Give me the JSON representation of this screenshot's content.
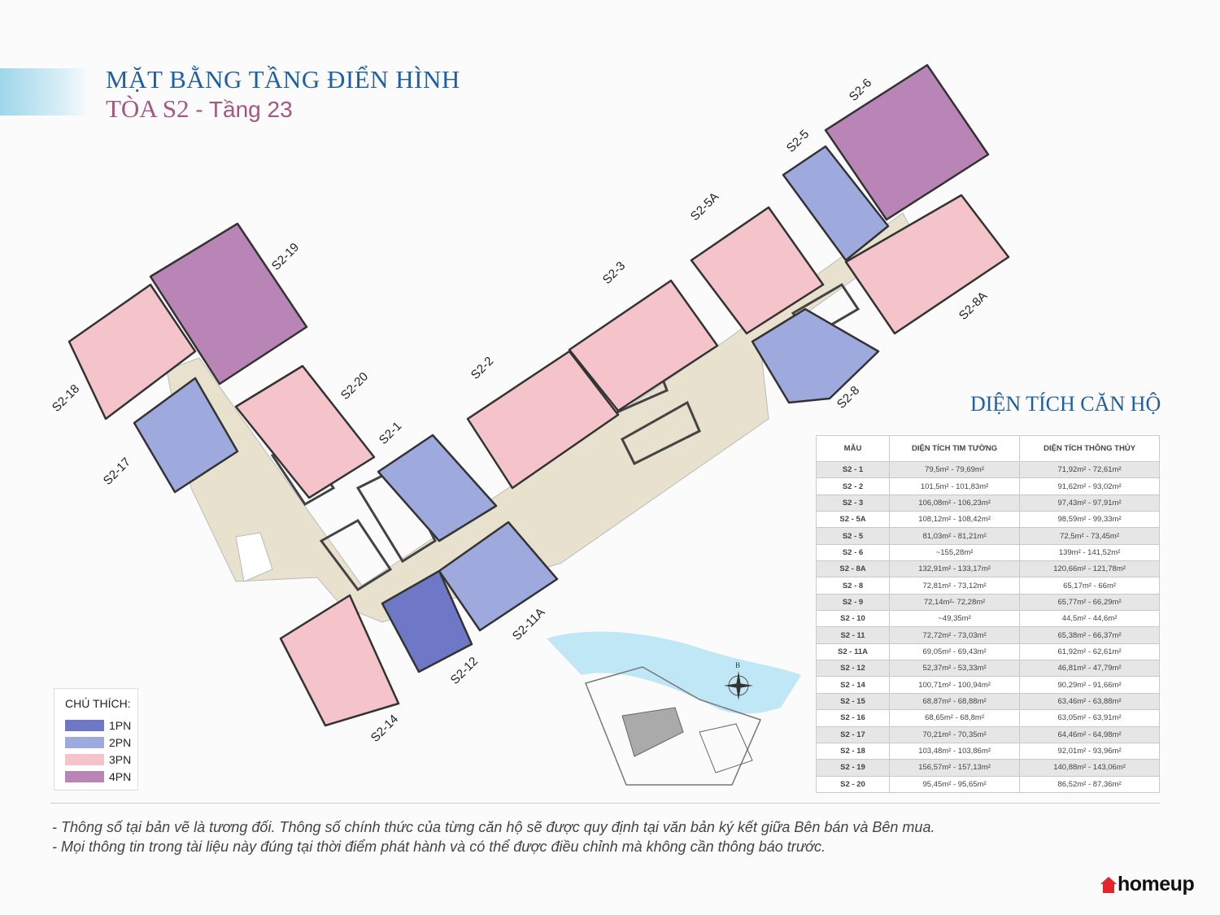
{
  "header": {
    "title": "MẶT BẰNG TẦNG ĐIỂN HÌNH",
    "subtitle_building": "TÒA S2",
    "subtitle_sep": " - ",
    "subtitle_floor": "Tầng 23"
  },
  "colors": {
    "1PN": "#6f78c6",
    "2PN": "#9eaade",
    "3PN": "#f4c4ca",
    "4PN": "#b985b6",
    "corridor": "#e7e1cd",
    "title": "#1f5fa3",
    "subtitle": "#a4577f"
  },
  "units": [
    {
      "label": "S2-6",
      "type": "4PN"
    },
    {
      "label": "S2-5",
      "type": "2PN"
    },
    {
      "label": "S2-5A",
      "type": "3PN"
    },
    {
      "label": "S2-3",
      "type": "3PN"
    },
    {
      "label": "S2-2",
      "type": "3PN"
    },
    {
      "label": "S2-1",
      "type": "2PN"
    },
    {
      "label": "S2-20",
      "type": "3PN"
    },
    {
      "label": "S2-19",
      "type": "4PN"
    },
    {
      "label": "S2-18",
      "type": "3PN"
    },
    {
      "label": "S2-17",
      "type": "2PN"
    },
    {
      "label": "S2-14",
      "type": "3PN"
    },
    {
      "label": "S2-12",
      "type": "1PN"
    },
    {
      "label": "S2-11A",
      "type": "2PN"
    },
    {
      "label": "S2-8",
      "type": "2PN"
    },
    {
      "label": "S2-8A",
      "type": "3PN"
    }
  ],
  "compass": {
    "north": "B"
  },
  "area_table": {
    "title": "DIỆN TÍCH CĂN HỘ",
    "headers": [
      "MẪU",
      "DIỆN TÍCH TIM TƯỜNG",
      "DIỆN TÍCH THÔNG THỦY"
    ],
    "rows": [
      [
        "S2 - 1",
        "79,5m² - 79,69m²",
        "71,92m² - 72,61m²"
      ],
      [
        "S2 - 2",
        "101,5m² - 101,83m²",
        "91,62m² - 93,02m²"
      ],
      [
        "S2 - 3",
        "106,08m² - 106,23m²",
        "97,43m² - 97,91m²"
      ],
      [
        "S2 - 5A",
        "108,12m² - 108,42m²",
        "98,59m² - 99,33m²"
      ],
      [
        "S2 - 5",
        "81,03m² - 81,21m²",
        "72,5m² - 73,45m²"
      ],
      [
        "S2 - 6",
        "~155,28m²",
        "139m² - 141,52m²"
      ],
      [
        "S2 - 8A",
        "132,91m² - 133,17m²",
        "120,66m² - 121,78m²"
      ],
      [
        "S2 - 8",
        "72,81m² - 73,12m²",
        "65,17m² - 66m²"
      ],
      [
        "S2 - 9",
        "72,14m²- 72,28m²",
        "65,77m² - 66,29m²"
      ],
      [
        "S2 - 10",
        "~49,35m²",
        "44,5m² - 44,6m²"
      ],
      [
        "S2 - 11",
        "72,72m² - 73,03m²",
        "65,38m² - 66,37m²"
      ],
      [
        "S2 - 11A",
        "69,05m² - 69,43m²",
        "61,92m² - 62,61m²"
      ],
      [
        "S2 - 12",
        "52,37m² - 53,33m²",
        "46,81m² - 47,79m²"
      ],
      [
        "S2 - 14",
        "100,71m² - 100,94m²",
        "90,29m² - 91,66m²"
      ],
      [
        "S2 - 15",
        "68,87m² - 68,88m²",
        "63,46m² - 63,88m²"
      ],
      [
        "S2 - 16",
        "68,65m² - 68,8m²",
        "63,05m² - 63,91m²"
      ],
      [
        "S2 - 17",
        "70,21m² - 70,35m²",
        "64,46m² - 64,98m²"
      ],
      [
        "S2 - 18",
        "103,48m² - 103,86m²",
        "92,01m² - 93,96m²"
      ],
      [
        "S2 - 19",
        "156,57m² - 157,13m²",
        "140,88m² - 143,06m²"
      ],
      [
        "S2 - 20",
        "95,45m² - 95,65m²",
        "86,52m² - 87,36m²"
      ]
    ]
  },
  "legend": {
    "title": "CHÚ THÍCH:",
    "items": [
      {
        "label": "1PN",
        "color": "#6f78c6"
      },
      {
        "label": "2PN",
        "color": "#9eaade"
      },
      {
        "label": "3PN",
        "color": "#f4c4ca"
      },
      {
        "label": "4PN",
        "color": "#b985b6"
      }
    ]
  },
  "notes": [
    "- Thông số tại bản vẽ là tương đối. Thông số chính thức của từng căn hộ sẽ được quy định tại văn bản ký kết giữa Bên bán và Bên mua.",
    "- Mọi thông tin trong tài liệu này đúng tại thời điểm phát hành và có thể được điều chỉnh mà không cần thông báo trước."
  ],
  "brand": {
    "name": "homeup"
  }
}
